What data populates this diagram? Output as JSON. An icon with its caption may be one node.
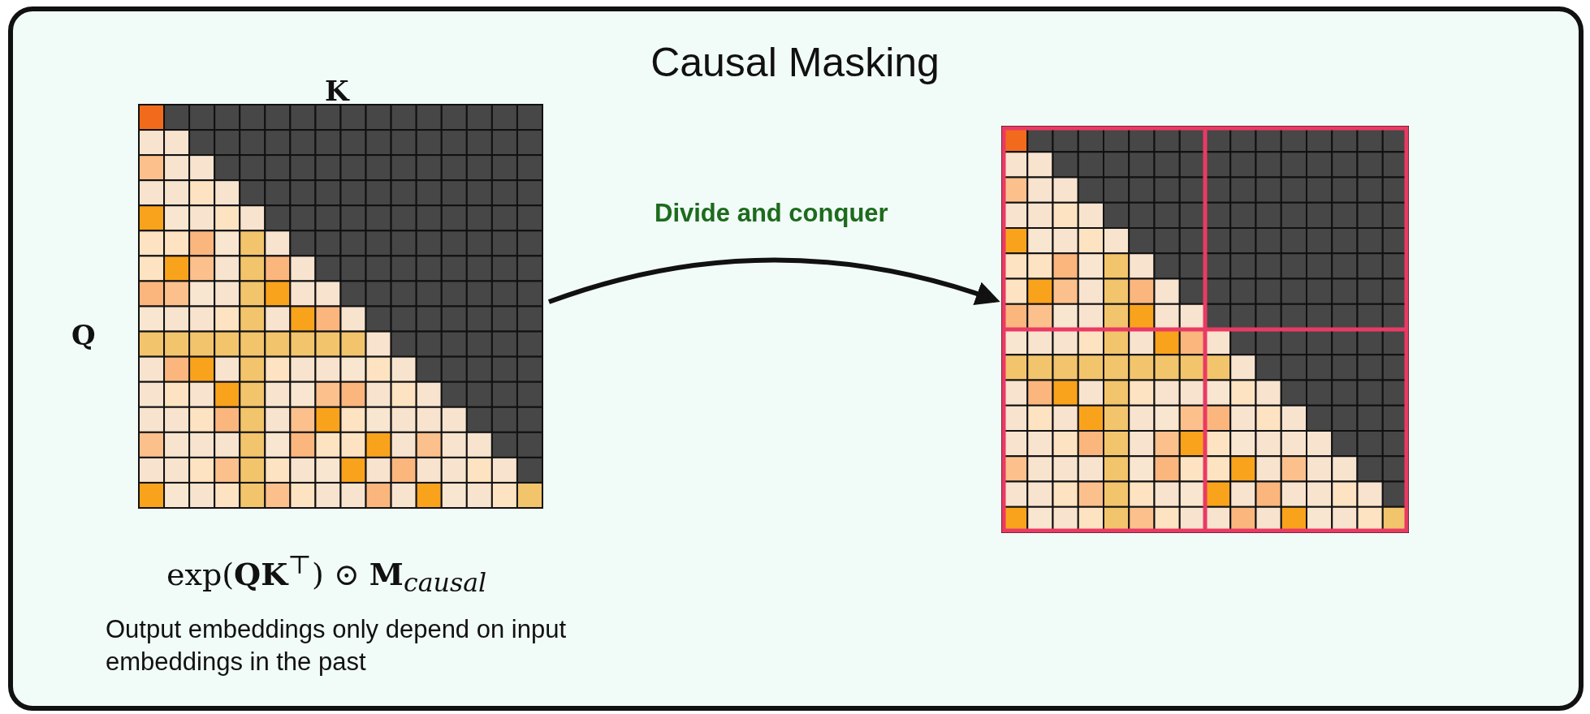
{
  "diagram": {
    "title": "Causal Masking",
    "nodes": [
      {
        "text": [],
        "shape": "box"
      },
      {
        "text": [],
        "shape": "box"
      }
    ],
    "edges": [
      {
        "from": 0,
        "to": 1,
        "arrow": "to",
        "label": "Divide and conquer"
      }
    ],
    "labels": [
      "K",
      "Q",
      "exp(**QK**$^{⊤}$) ⊙ **M**$_{causal}$",
      "Output embeddings only depend on input embeddings in the past"
    ]
  }
}
